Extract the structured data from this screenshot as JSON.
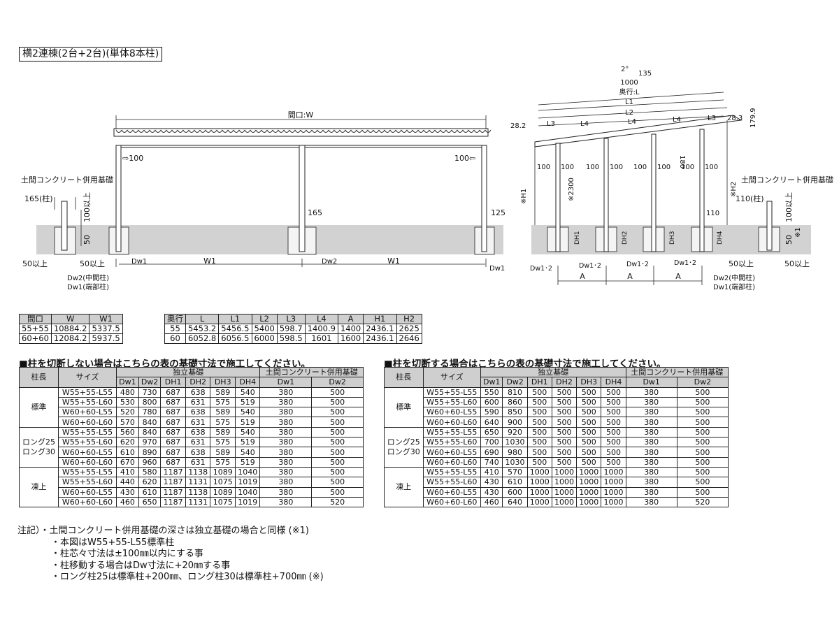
{
  "title": "横2連棟(2台+2台)(単体8本柱)",
  "front": {
    "opening": "間口:W",
    "off_left": "⇨100",
    "off_right": "100⇦",
    "found_label": "土間コンクリート併用基礎",
    "post_165": "165(柱)",
    "min100": "100以上",
    "fifty": "50",
    "mid165": "165",
    "v125": "125",
    "min50a": "50以上",
    "min50b": "50以上",
    "dw1": "Dw1",
    "w1": "W1",
    "dw2": "Dw2",
    "w1b": "W1",
    "dw1b": "Dw1",
    "dw2_mid": "Dw2(中間柱)",
    "dw1_end": "Dw1(端部柱)"
  },
  "side": {
    "angle": "2°",
    "v135": "135",
    "v1000": "1000",
    "depth": "奥行:L",
    "l1": "L1",
    "l2": "L2",
    "v282": "28.2",
    "l3": "L3",
    "l4a": "L4",
    "l4b": "L4",
    "l4c": "L4",
    "l3b": "L3",
    "v283": "28.3",
    "v1799": "179.9",
    "v180": "180",
    "h1": "※H1",
    "h2": "※H2",
    "v2300": "※2300",
    "hundreds": [
      "100",
      "100",
      "100",
      "100",
      "100",
      "100",
      "100",
      "100"
    ],
    "v110": "110",
    "dh1": "DH1",
    "dh2": "DH2",
    "dh3": "DH3",
    "dh4": "DH4",
    "dw12a": "Dw1･2",
    "dw12b": "Dw1･2",
    "dw12c": "Dw1･2",
    "dw12d": "Dw1･2",
    "a1": "A",
    "a2": "A",
    "a3": "A",
    "found_label": "土間コンクリート併用基礎",
    "post_110": "110(柱)",
    "min100": "100以上",
    "note1": "※1",
    "fifty": "50",
    "min50a": "50以上",
    "min50b": "50以上",
    "dw2_mid": "Dw2(中間柱)",
    "dw1_end": "Dw1(端部柱)"
  },
  "width_table": {
    "headers": [
      "間口",
      "W",
      "W1"
    ],
    "rows": [
      [
        "55+55",
        "10884.2",
        "5337.5"
      ],
      [
        "60+60",
        "12084.2",
        "5937.5"
      ]
    ]
  },
  "depth_table": {
    "headers": [
      "奥行",
      "L",
      "L1",
      "L2",
      "L3",
      "L4",
      "A",
      "H1",
      "H2"
    ],
    "rows": [
      [
        "55",
        "5453.2",
        "5456.5",
        "5400",
        "598.7",
        "1400.9",
        "1400",
        "2436.1",
        "2625"
      ],
      [
        "60",
        "6052.8",
        "6056.5",
        "6000",
        "598.5",
        "1601",
        "1600",
        "2436.1",
        "2646"
      ]
    ]
  },
  "uncut": {
    "title": "■柱を切断しない場合はこちらの表の基礎寸法で施工してください。",
    "h_length": "柱長",
    "h_size": "サイズ",
    "h_indep": "独立基礎",
    "h_doma": "土間コンクリート併用基礎",
    "sub": [
      "Dw1",
      "Dw2",
      "DH1",
      "DH2",
      "DH3",
      "DH4",
      "Dw1",
      "Dw2"
    ],
    "groups": [
      {
        "name": "標準",
        "rows": [
          [
            "W55+55-L55",
            "480",
            "730",
            "687",
            "638",
            "589",
            "540",
            "380",
            "500"
          ],
          [
            "W55+55-L60",
            "530",
            "800",
            "687",
            "631",
            "575",
            "519",
            "380",
            "500"
          ],
          [
            "W60+60-L55",
            "520",
            "780",
            "687",
            "638",
            "589",
            "540",
            "380",
            "500"
          ],
          [
            "W60+60-L60",
            "570",
            "840",
            "687",
            "631",
            "575",
            "519",
            "380",
            "500"
          ]
        ]
      },
      {
        "name": "ロング25\nロング30",
        "rows": [
          [
            "W55+55-L55",
            "560",
            "840",
            "687",
            "638",
            "589",
            "540",
            "380",
            "500"
          ],
          [
            "W55+55-L60",
            "620",
            "970",
            "687",
            "631",
            "575",
            "519",
            "380",
            "500"
          ],
          [
            "W60+60-L55",
            "610",
            "890",
            "687",
            "638",
            "589",
            "540",
            "380",
            "500"
          ],
          [
            "W60+60-L60",
            "670",
            "960",
            "687",
            "631",
            "575",
            "519",
            "380",
            "500"
          ]
        ]
      },
      {
        "name": "凍上",
        "rows": [
          [
            "W55+55-L55",
            "410",
            "580",
            "1187",
            "1138",
            "1089",
            "1040",
            "380",
            "500"
          ],
          [
            "W55+55-L60",
            "440",
            "620",
            "1187",
            "1131",
            "1075",
            "1019",
            "380",
            "500"
          ],
          [
            "W60+60-L55",
            "430",
            "610",
            "1187",
            "1138",
            "1089",
            "1040",
            "380",
            "500"
          ],
          [
            "W60+60-L60",
            "460",
            "650",
            "1187",
            "1131",
            "1075",
            "1019",
            "380",
            "520"
          ]
        ]
      }
    ]
  },
  "cut": {
    "title": "■柱を切断する場合はこちらの表の基礎寸法で施工してください。",
    "h_length": "柱長",
    "h_size": "サイズ",
    "h_indep": "独立基礎",
    "h_doma": "土間コンクリート併用基礎",
    "sub": [
      "Dw1",
      "Dw2",
      "DH1",
      "DH2",
      "DH3",
      "DH4",
      "Dw1",
      "Dw2"
    ],
    "groups": [
      {
        "name": "標準",
        "rows": [
          [
            "W55+55-L55",
            "550",
            "810",
            "500",
            "500",
            "500",
            "500",
            "380",
            "500"
          ],
          [
            "W55+55-L60",
            "600",
            "860",
            "500",
            "500",
            "500",
            "500",
            "380",
            "500"
          ],
          [
            "W60+60-L55",
            "590",
            "850",
            "500",
            "500",
            "500",
            "500",
            "380",
            "500"
          ],
          [
            "W60+60-L60",
            "640",
            "900",
            "500",
            "500",
            "500",
            "500",
            "380",
            "500"
          ]
        ]
      },
      {
        "name": "ロング25\nロング30",
        "rows": [
          [
            "W55+55-L55",
            "650",
            "920",
            "500",
            "500",
            "500",
            "500",
            "380",
            "500"
          ],
          [
            "W55+55-L60",
            "700",
            "1030",
            "500",
            "500",
            "500",
            "500",
            "380",
            "500"
          ],
          [
            "W60+60-L55",
            "690",
            "980",
            "500",
            "500",
            "500",
            "500",
            "380",
            "500"
          ],
          [
            "W60+60-L60",
            "740",
            "1030",
            "500",
            "500",
            "500",
            "500",
            "380",
            "500"
          ]
        ]
      },
      {
        "name": "凍上",
        "rows": [
          [
            "W55+55-L55",
            "410",
            "570",
            "1000",
            "1000",
            "1000",
            "1000",
            "380",
            "500"
          ],
          [
            "W55+55-L60",
            "430",
            "610",
            "1000",
            "1000",
            "1000",
            "1000",
            "380",
            "500"
          ],
          [
            "W60+60-L55",
            "430",
            "600",
            "1000",
            "1000",
            "1000",
            "1000",
            "380",
            "500"
          ],
          [
            "W60+60-L60",
            "460",
            "640",
            "1000",
            "1000",
            "1000",
            "1000",
            "380",
            "520"
          ]
        ]
      }
    ]
  },
  "notes": [
    "注記）・土間コンクリート併用基礎の深さは独立基礎の場合と同様 (※1)",
    "・本図はW55+55-L55標準柱",
    "・柱芯々寸法は±100㎜以内にする事",
    "・柱移動する場合はDw寸法に+20㎜する事",
    "・ロング柱25は標準柱+200㎜、ロング柱30は標準柱+700㎜ (※)"
  ]
}
